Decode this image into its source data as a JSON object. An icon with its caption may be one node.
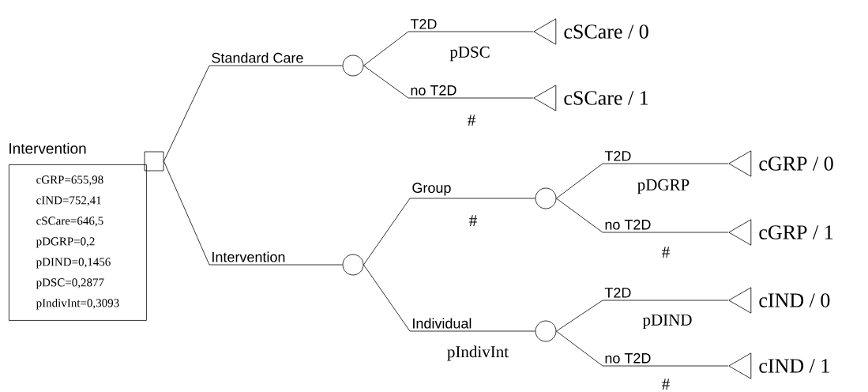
{
  "diagram": {
    "nodes": [
      {
        "text": [],
        "shape": "box"
      },
      {
        "text": [
          "Intervention",
          "cGRP=655,98",
          "cIND=752,41",
          "cSCare=646,5",
          "pDGRP=0,2",
          "pDIND=0,1456",
          "pDSC=0,2877",
          "pIndivInt=0,3093"
        ]
      },
      {
        "text": [],
        "shape": "circle"
      },
      {
        "text": [],
        "shape": "circle"
      },
      {
        "text": [],
        "shape": "circle"
      },
      {
        "text": [],
        "shape": "circle"
      },
      {
        "text": [
          "cSCare / 0"
        ]
      },
      {
        "text": [
          "cSCare / 1"
        ]
      },
      {
        "text": [
          "cGRP / 0"
        ]
      },
      {
        "text": [
          "cGRP / 1"
        ]
      },
      {
        "text": [
          "cIND / 0"
        ]
      },
      {
        "text": [
          "cIND / 1"
        ]
      }
    ],
    "edges": [
      {
        "from": 0,
        "to": 2,
        "arrow": "none",
        "label": "Standard Care"
      },
      {
        "from": 0,
        "to": 3,
        "arrow": "none",
        "label": "Intervention"
      },
      {
        "from": 2,
        "to": 6,
        "arrow": "none",
        "label": "T2D"
      },
      {
        "from": 2,
        "to": 7,
        "arrow": "none",
        "label": "no T2D"
      },
      {
        "from": 3,
        "to": 4,
        "arrow": "none",
        "label": "Group"
      },
      {
        "from": 3,
        "to": 5,
        "arrow": "none",
        "label": "Individual"
      },
      {
        "from": 4,
        "to": 8,
        "arrow": "none",
        "label": "T2D"
      },
      {
        "from": 4,
        "to": 9,
        "arrow": "none",
        "label": "no T2D"
      },
      {
        "from": 5,
        "to": 10,
        "arrow": "none",
        "label": "T2D"
      },
      {
        "from": 5,
        "to": 11,
        "arrow": "none",
        "label": "no T2D"
      }
    ],
    "labels": [
      "pDSC",
      "#",
      "pDGRP",
      "#",
      "#",
      "pDIND",
      "pIndivInt",
      "#"
    ]
  }
}
